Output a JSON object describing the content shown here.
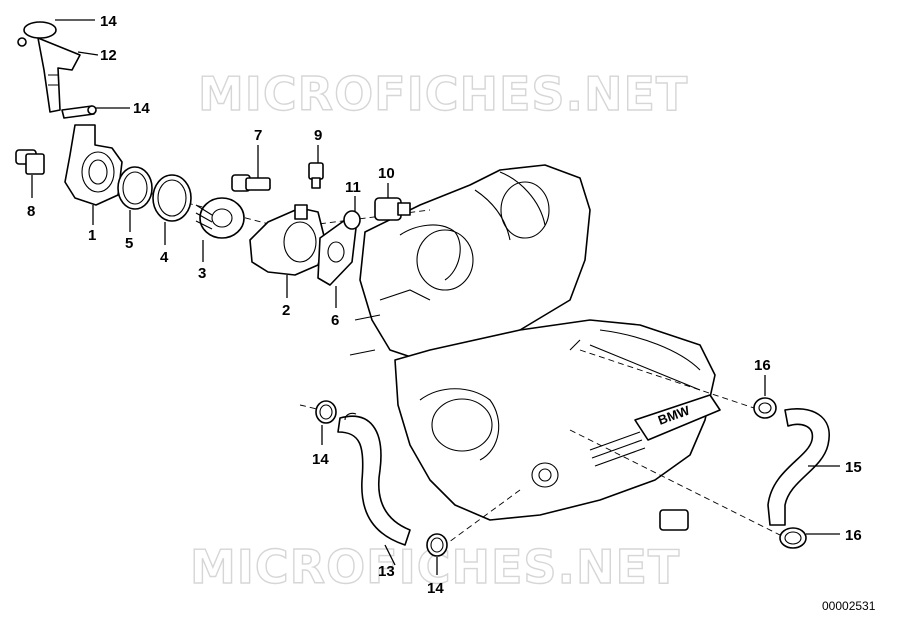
{
  "watermark_text": "MICROFICHES.NET",
  "document_id": "00002531",
  "callouts": [
    {
      "id": "c14a",
      "label": "14"
    },
    {
      "id": "c12",
      "label": "12"
    },
    {
      "id": "c14b",
      "label": "14"
    },
    {
      "id": "c7",
      "label": "7"
    },
    {
      "id": "c9",
      "label": "9"
    },
    {
      "id": "c10",
      "label": "10"
    },
    {
      "id": "c11",
      "label": "11"
    },
    {
      "id": "c8",
      "label": "8"
    },
    {
      "id": "c1",
      "label": "1"
    },
    {
      "id": "c5",
      "label": "5"
    },
    {
      "id": "c4",
      "label": "4"
    },
    {
      "id": "c3",
      "label": "3"
    },
    {
      "id": "c2",
      "label": "2"
    },
    {
      "id": "c6",
      "label": "6"
    },
    {
      "id": "c16a",
      "label": "16"
    },
    {
      "id": "c15",
      "label": "15"
    },
    {
      "id": "c16b",
      "label": "16"
    },
    {
      "id": "c14c",
      "label": "14"
    },
    {
      "id": "c13",
      "label": "13"
    },
    {
      "id": "c14d",
      "label": "14"
    }
  ],
  "engine_badge": "BMW"
}
